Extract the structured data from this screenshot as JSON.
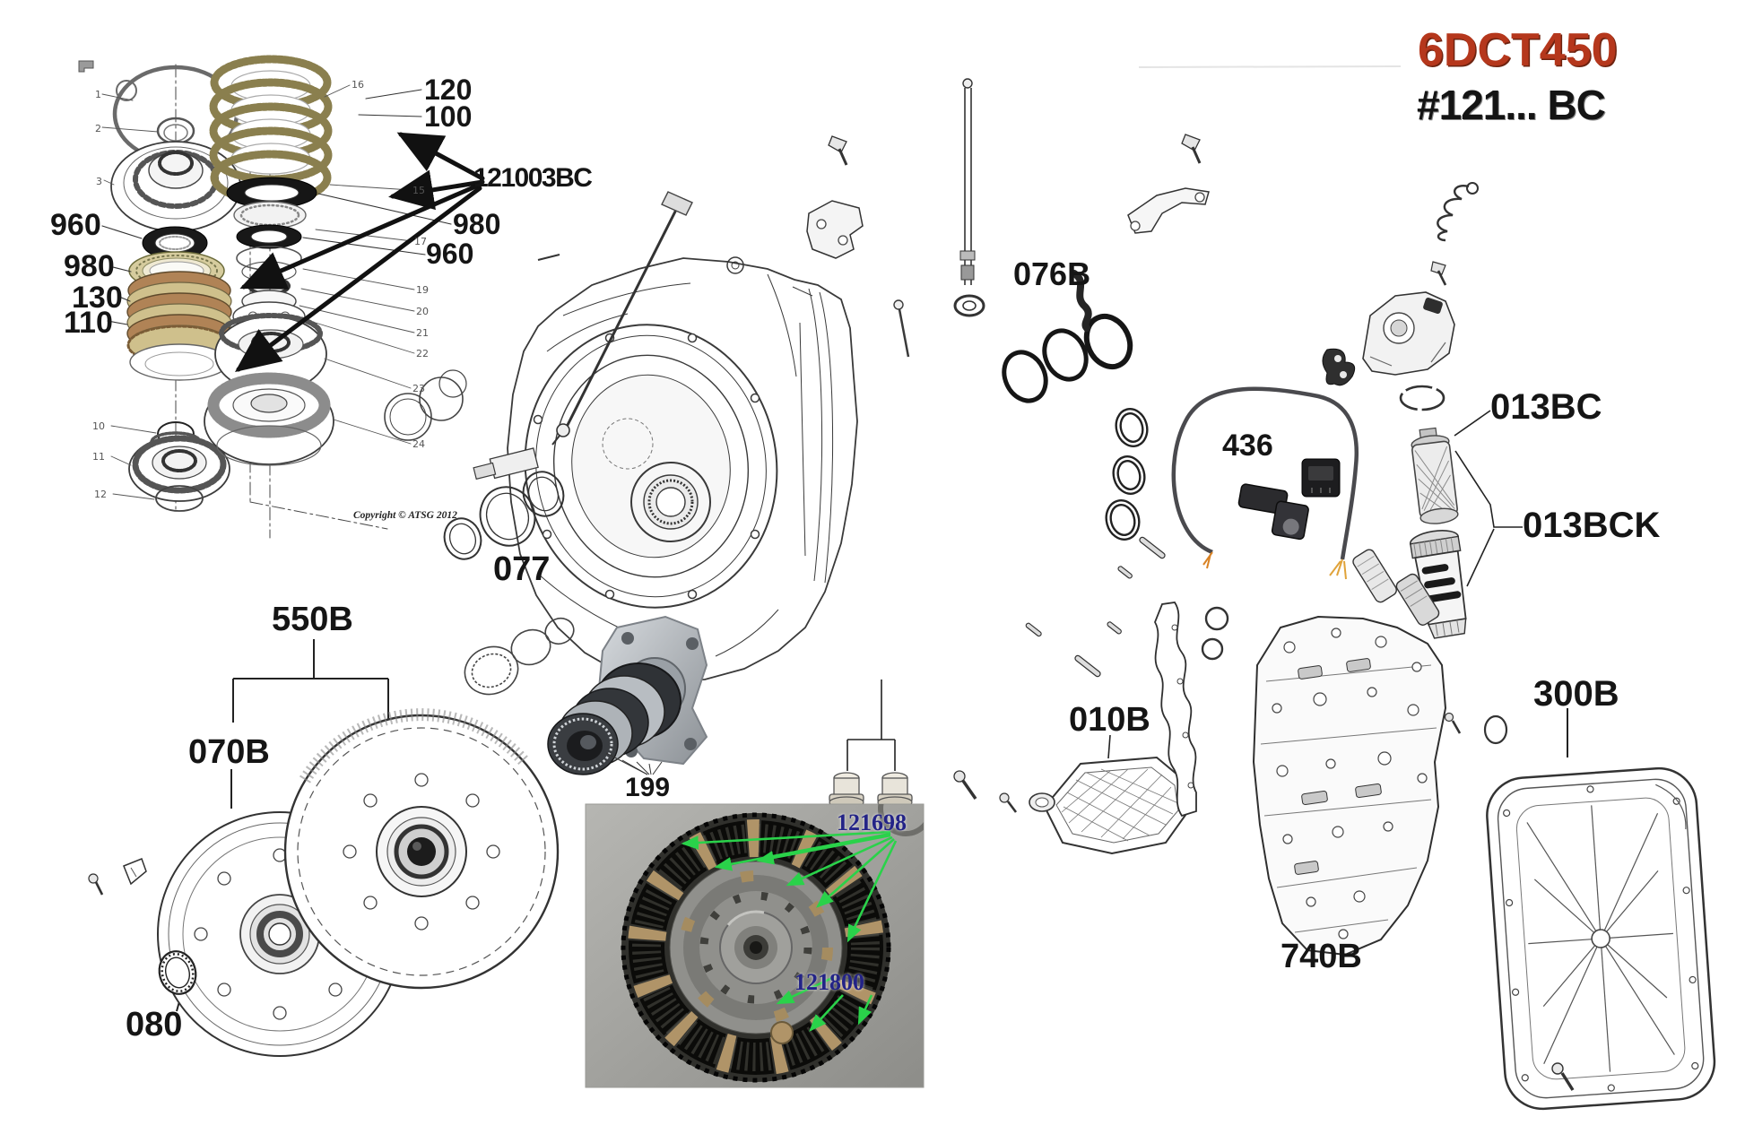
{
  "header": {
    "model": "6DCT450",
    "series": "#121... BC"
  },
  "copyright": "Copyright © ATSG 2012",
  "callouts": {
    "left_960": "960",
    "left_980": "980",
    "left_130": "130",
    "left_110": "110",
    "right_120": "120",
    "right_100": "100",
    "overhaul_kit": "121003BC",
    "right_980": "980",
    "right_960": "960",
    "seals_076b": "076B",
    "speed_sensor_436": "436",
    "filter_013bc": "013BC",
    "filter_kit_013bck": "013BCK",
    "strainer_010b": "010B",
    "pan_300b": "300B",
    "valve_body_740b": "740B",
    "converter_group_550b": "550B",
    "flexplate_070b": "070B",
    "seal_080": "080",
    "sealing_rings_077": "077",
    "bearing_hub_199": "199",
    "damper_springs_121698": "121698",
    "damper_assembly_121800": "121800"
  },
  "diagram_refs": [
    "1",
    "2",
    "3",
    "10",
    "11",
    "12",
    "15",
    "16",
    "17",
    "19",
    "20",
    "21",
    "22",
    "23",
    "24"
  ],
  "colors": {
    "title_red": "#b5371c",
    "label_black": "#151515",
    "photo_label_navy": "#232387",
    "arrow_green": "#2ad24a",
    "friction_tan": "#9a8f55",
    "ref_gray": "#555555"
  }
}
